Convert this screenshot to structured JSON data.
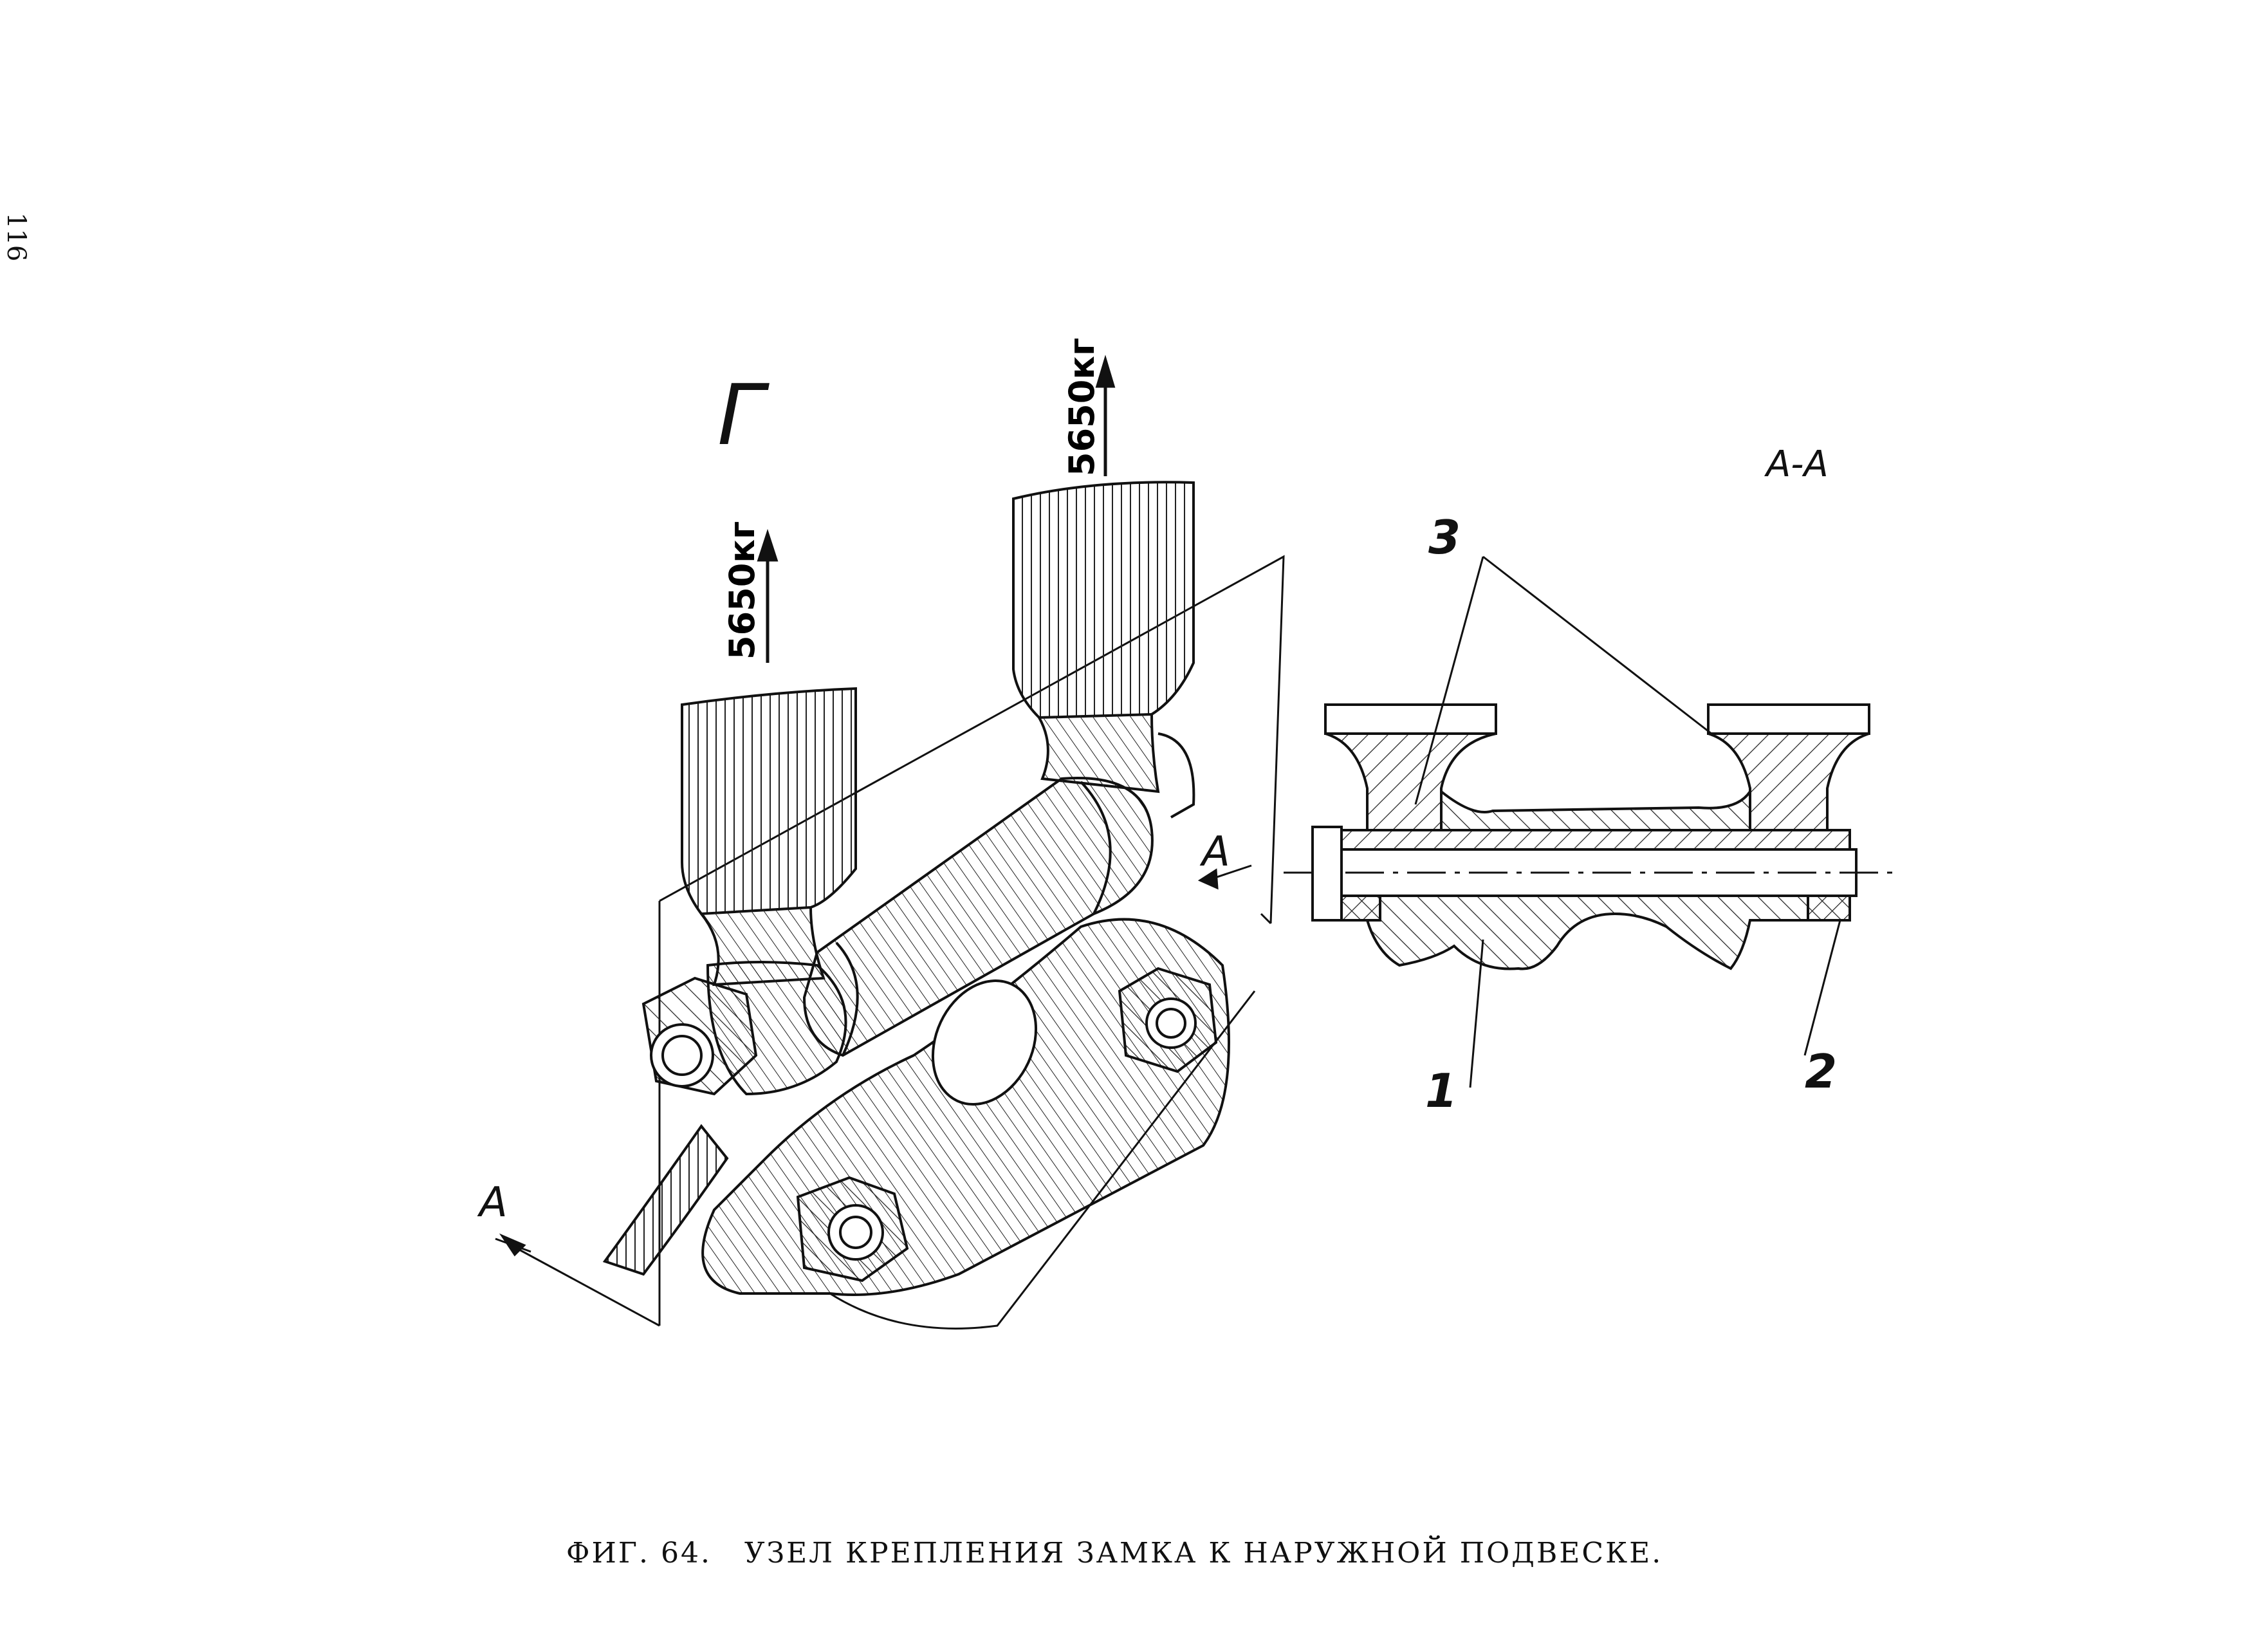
{
  "page": {
    "number": "116",
    "caption": "ФИГ. 64.   УЗЕЛ КРЕПЛЕНИЯ ЗАМКА К НАРУЖНОЙ ПОДВЕСКЕ."
  },
  "view_main": {
    "label": "Г",
    "load_left": "5650кг",
    "load_right": "5650кг",
    "section_mark_top": "А",
    "section_mark_bottom": "А"
  },
  "view_section": {
    "label": "А-А",
    "callouts": [
      "3",
      "1",
      "2"
    ]
  }
}
